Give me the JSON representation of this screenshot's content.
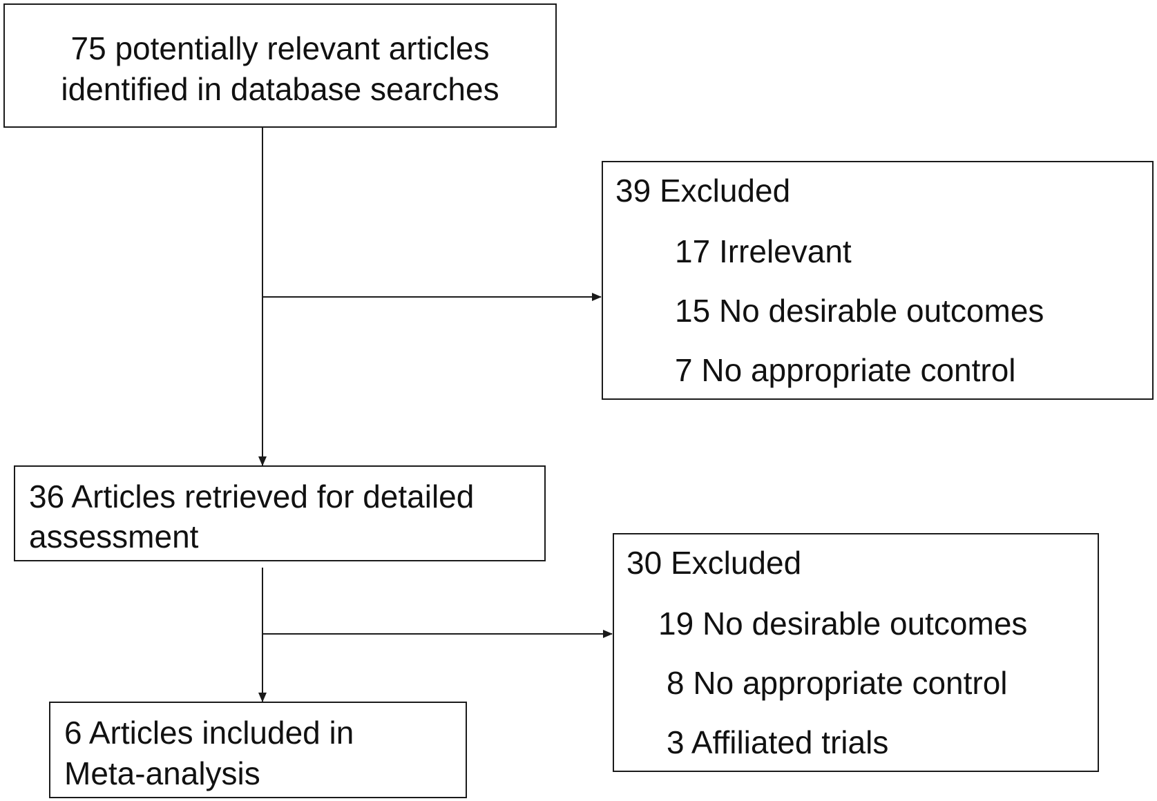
{
  "boxes": {
    "identified": {
      "lines": [
        "75 potentially relevant articles",
        "identified in database searches"
      ]
    },
    "excluded_first": {
      "heading": "39 Excluded",
      "items": [
        "17 Irrelevant",
        "15 No desirable outcomes",
        "7 No appropriate control"
      ]
    },
    "retrieved": {
      "lines": [
        "36 Articles retrieved for detailed",
        "assessment"
      ]
    },
    "excluded_second": {
      "heading": "30 Excluded",
      "items": [
        "19 No desirable outcomes",
        "8 No appropriate control",
        "3 Affiliated trials"
      ]
    },
    "included": {
      "lines": [
        "6 Articles included in",
        "Meta-analysis"
      ]
    }
  },
  "colors": {
    "line": "#1a1a1a",
    "text": "#111111",
    "background": "#ffffff"
  }
}
